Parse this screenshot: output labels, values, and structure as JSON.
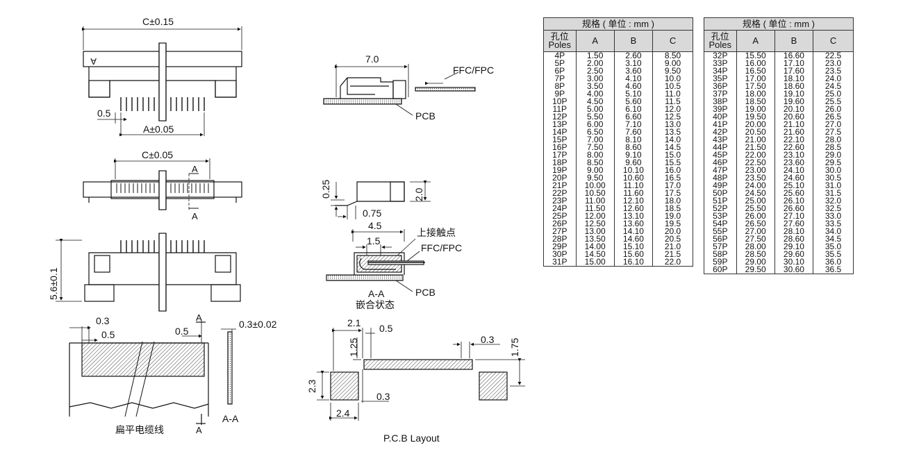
{
  "drawing": {
    "front": {
      "c_dim": "C±0.15",
      "pitch": "0.5",
      "a_dim": "A±0.05",
      "marker": "A"
    },
    "top_view": {
      "c_dim": "C±0.05",
      "section_top": "A",
      "section_bottom": "A"
    },
    "rear_view": {
      "height": "5.6±0.1"
    },
    "cable": {
      "d1": "0.3",
      "d2": "0.5",
      "d3": "0.5",
      "thick": "0.3±0.02",
      "sec_top": "A",
      "sec_bottom": "A",
      "section_label": "A-A",
      "caption": "扁平电缆线"
    },
    "side": {
      "length": "7.0",
      "ffc": "FFC/FPC",
      "pcb": "PCB"
    },
    "profile": {
      "d1": "0.25",
      "d2": "2.0",
      "d3": "0.75"
    },
    "mated": {
      "d1": "4.5",
      "d2": "1.5",
      "contact": "上接触点",
      "ffc": "FFC/FPC",
      "pcb": "PCB",
      "section": "A-A",
      "state": "嵌合状态"
    },
    "layout": {
      "d1": "2.1",
      "d2": "0.5",
      "d3": "1.25",
      "d4": "0.3",
      "d5": "1.75",
      "d6": "2.3",
      "d7": "0.3",
      "d8": "2.4",
      "caption": "P.C.B Layout"
    }
  },
  "spec": {
    "title": "规格 ( 单位 : mm )",
    "col_pos_cn": "孔位",
    "col_pos_en": "Poles",
    "col_a": "A",
    "col_b": "B",
    "col_c": "C",
    "left_rows": [
      [
        "4P",
        "1.50",
        "2.60",
        "8.50"
      ],
      [
        "5P",
        "2.00",
        "3.10",
        "9.00"
      ],
      [
        "6P",
        "2.50",
        "3.60",
        "9.50"
      ],
      [
        "7P",
        "3.00",
        "4.10",
        "10.0"
      ],
      [
        "8P",
        "3.50",
        "4.60",
        "10.5"
      ],
      [
        "9P",
        "4.00",
        "5.10",
        "11.0"
      ],
      [
        "10P",
        "4.50",
        "5.60",
        "11.5"
      ],
      [
        "11P",
        "5.00",
        "6.10",
        "12.0"
      ],
      [
        "12P",
        "5.50",
        "6.60",
        "12.5"
      ],
      [
        "13P",
        "6.00",
        "7.10",
        "13.0"
      ],
      [
        "14P",
        "6.50",
        "7.60",
        "13.5"
      ],
      [
        "15P",
        "7.00",
        "8.10",
        "14.0"
      ],
      [
        "16P",
        "7.50",
        "8.60",
        "14.5"
      ],
      [
        "17P",
        "8.00",
        "9.10",
        "15.0"
      ],
      [
        "18P",
        "8.50",
        "9.60",
        "15.5"
      ],
      [
        "19P",
        "9.00",
        "10.10",
        "16.0"
      ],
      [
        "20P",
        "9.50",
        "10.60",
        "16.5"
      ],
      [
        "21P",
        "10.00",
        "11.10",
        "17.0"
      ],
      [
        "22P",
        "10.50",
        "11.60",
        "17.5"
      ],
      [
        "23P",
        "11.00",
        "12.10",
        "18.0"
      ],
      [
        "24P",
        "11.50",
        "12.60",
        "18.5"
      ],
      [
        "25P",
        "12.00",
        "13.10",
        "19.0"
      ],
      [
        "26P",
        "12.50",
        "13.60",
        "19.5"
      ],
      [
        "27P",
        "13.00",
        "14.10",
        "20.0"
      ],
      [
        "28P",
        "13.50",
        "14.60",
        "20.5"
      ],
      [
        "29P",
        "14.00",
        "15.10",
        "21.0"
      ],
      [
        "30P",
        "14.50",
        "15.60",
        "21.5"
      ],
      [
        "31P",
        "15.00",
        "16.10",
        "22.0"
      ]
    ],
    "right_rows": [
      [
        "32P",
        "15.50",
        "16.60",
        "22.5"
      ],
      [
        "33P",
        "16.00",
        "17.10",
        "23.0"
      ],
      [
        "34P",
        "16.50",
        "17.60",
        "23.5"
      ],
      [
        "35P",
        "17.00",
        "18.10",
        "24.0"
      ],
      [
        "36P",
        "17.50",
        "18.60",
        "24.5"
      ],
      [
        "37P",
        "18.00",
        "19.10",
        "25.0"
      ],
      [
        "38P",
        "18.50",
        "19.60",
        "25.5"
      ],
      [
        "39P",
        "19.00",
        "20.10",
        "26.0"
      ],
      [
        "40P",
        "19.50",
        "20.60",
        "26.5"
      ],
      [
        "41P",
        "20.00",
        "21.10",
        "27.0"
      ],
      [
        "42P",
        "20.50",
        "21.60",
        "27.5"
      ],
      [
        "43P",
        "21.00",
        "22.10",
        "28.0"
      ],
      [
        "44P",
        "21.50",
        "22.60",
        "28.5"
      ],
      [
        "45P",
        "22.00",
        "23.10",
        "29.0"
      ],
      [
        "46P",
        "22.50",
        "23.60",
        "29.5"
      ],
      [
        "47P",
        "23.00",
        "24.10",
        "30.0"
      ],
      [
        "48P",
        "23.50",
        "24.60",
        "30.5"
      ],
      [
        "49P",
        "24.00",
        "25.10",
        "31.0"
      ],
      [
        "50P",
        "24.50",
        "25.60",
        "31.5"
      ],
      [
        "51P",
        "25.00",
        "26.10",
        "32.0"
      ],
      [
        "52P",
        "25.50",
        "26.60",
        "32.5"
      ],
      [
        "53P",
        "26.00",
        "27.10",
        "33.0"
      ],
      [
        "54P",
        "26.50",
        "27.60",
        "33.5"
      ],
      [
        "55P",
        "27.00",
        "28.10",
        "34.0"
      ],
      [
        "56P",
        "27.50",
        "28.60",
        "34.5"
      ],
      [
        "57P",
        "28.00",
        "29.10",
        "35.0"
      ],
      [
        "58P",
        "28.50",
        "29.60",
        "35.5"
      ],
      [
        "59P",
        "29.00",
        "30.10",
        "36.0"
      ],
      [
        "60P",
        "29.50",
        "30.60",
        "36.5"
      ]
    ]
  }
}
